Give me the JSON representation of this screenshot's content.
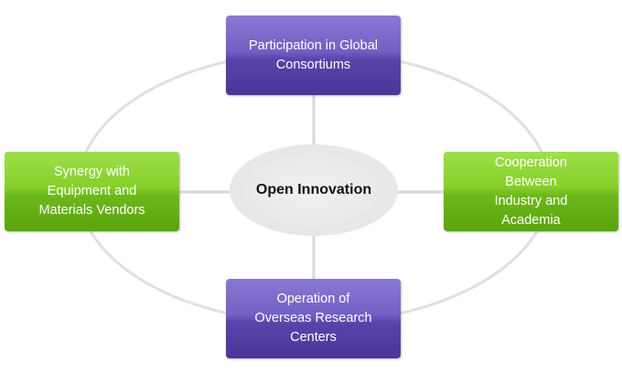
{
  "center": {
    "label": "Open Innovation"
  },
  "nodes": {
    "top": {
      "label": "Participation in Global Consortiums",
      "color": "#6a55bd"
    },
    "left": {
      "label": "Synergy with Equipment and Materials Vendors",
      "color": "#7cc520"
    },
    "right": {
      "label": "Cooperation Between Industry and Academia",
      "color": "#7cc520"
    },
    "bottom": {
      "label": "Operation of Overseas Research Centers",
      "color": "#6a55bd"
    }
  }
}
